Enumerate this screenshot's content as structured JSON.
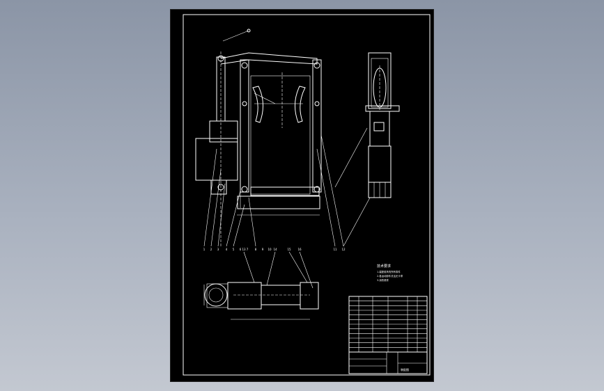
{
  "drawing": {
    "title": "",
    "callouts_side_view": [
      "1",
      "2",
      "3",
      "4",
      "5",
      "6",
      "7",
      "8",
      "9",
      "10"
    ],
    "callouts_right_view": [
      "11",
      "12"
    ],
    "callouts_bottom_view": [
      "13",
      "14",
      "15",
      "16"
    ],
    "tech_requirements_heading": "技术要求",
    "tech_requirements_lines": [
      "1.装配前清洗所有零件",
      "2.各运动部件灵活无卡滞",
      "3.涂防锈漆"
    ],
    "bom_rows": 12,
    "title_block_label": "装配图"
  }
}
